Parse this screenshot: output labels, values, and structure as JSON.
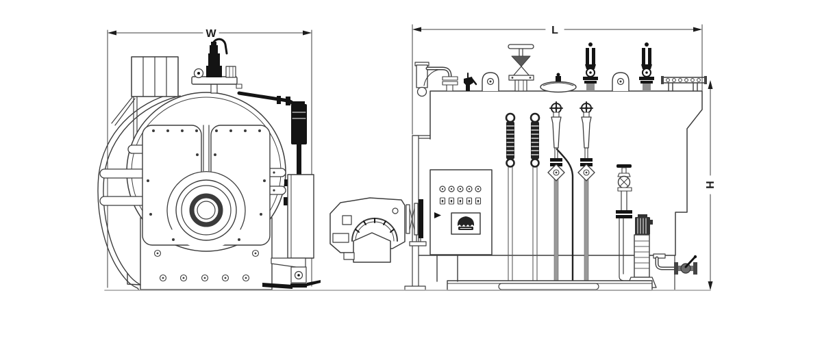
{
  "dimension_labels": {
    "width": "W",
    "length": "L",
    "height": "H"
  },
  "colors": {
    "background": "#ffffff",
    "line": "#3c3c3c",
    "dark_fill": "#141414",
    "pipe_gray": "#949494",
    "ground": "#aeaeae"
  }
}
